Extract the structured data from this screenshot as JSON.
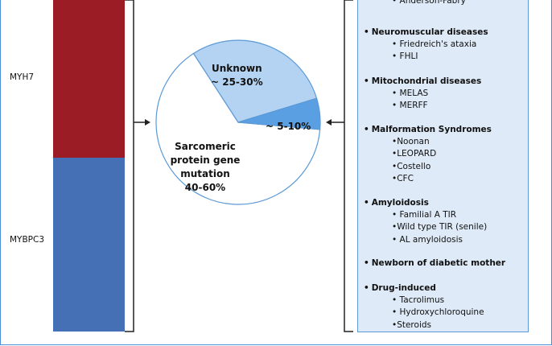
{
  "genes": {
    "top": {
      "label": "MYH7",
      "color": "#9b1c25"
    },
    "bottom": {
      "label": "MYBPC3",
      "color": "#4670b6"
    }
  },
  "pie": {
    "slices": [
      {
        "label": "Sarcomeric protein gene mutation",
        "value": "40-60%",
        "fraction": 0.6,
        "color": "#ffffff"
      },
      {
        "label": "Unknown",
        "value": "~ 25-30%",
        "fraction": 0.275,
        "color": "#b4d3f2"
      },
      {
        "label": "~ 5-10%",
        "fraction": 0.075,
        "color": "#5b9fe3"
      }
    ],
    "stroke_color": "#5c9ad6"
  },
  "list": {
    "categories": [
      {
        "title": "",
        "items": [
          "• Anderson-Fabry"
        ]
      },
      {
        "title": "Neuromuscular diseases",
        "items": [
          "• Friedreich's ataxia",
          "• FHLI"
        ]
      },
      {
        "title": "Mitochondrial diseases",
        "items": [
          "• MELAS",
          "• MERFF"
        ]
      },
      {
        "title": "Malformation Syndromes",
        "items": [
          "•Noonan",
          "•LEOPARD",
          "•Costello",
          "•CFC"
        ]
      },
      {
        "title": "Amyloidosis",
        "items": [
          "• Familial A TIR",
          "•Wild type TIR (senile)",
          "• AL amyloidosis"
        ]
      },
      {
        "title": "Newborn of diabetic mother",
        "items": []
      },
      {
        "title": "Drug-induced",
        "items": [
          "• Tacrolimus",
          "• Hydroxychloroquine",
          "•Steroids"
        ]
      }
    ]
  },
  "colors": {
    "border": "#4a90d9",
    "panel_bg": "#deeaf7"
  }
}
